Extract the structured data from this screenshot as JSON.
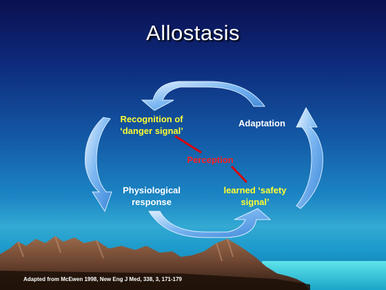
{
  "title": "Allostasis",
  "nodes": {
    "recognition": [
      "Recognition of",
      "‘danger signal’"
    ],
    "adaptation": "Adaptation",
    "perception": "Perception",
    "physiological": [
      "Physiological",
      "response"
    ],
    "safety": [
      "learned ‘safety",
      "signal’"
    ]
  },
  "caption": "Adapted from McEwen 1998, New Eng J Med, 338, 3, 171-179",
  "colors": {
    "title": "#ffffff",
    "highlight_text": "#ffff33",
    "perception_text": "#ff2020",
    "connector": "#dd0000",
    "arrow_fill": "#5fa6ee",
    "arrow_outline": "#d8ecff"
  }
}
